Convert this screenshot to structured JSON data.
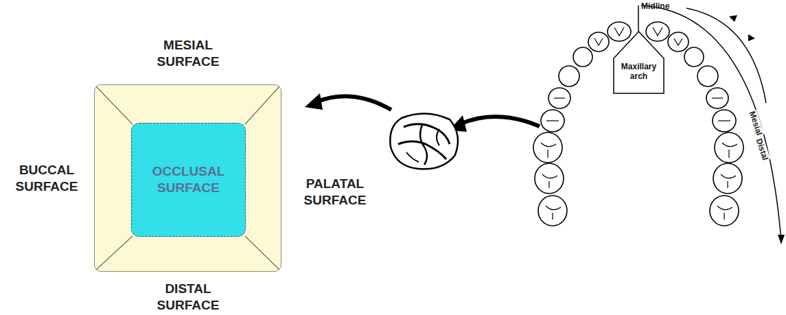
{
  "diagram": {
    "nodes": [
      {
        "text": [
          "MESIAL SURFACE",
          "BUCCAL SURFACE",
          "PALATAL SURFACE",
          "DISTAL SURFACE"
        ]
      },
      {
        "text": [
          "OCCLUSAL SURFACE"
        ],
        "in": 0
      },
      {
        "text": [
          "Maxillary arch"
        ]
      }
    ],
    "labels": [
      "Midline",
      "Mesial",
      "Distal"
    ]
  }
}
